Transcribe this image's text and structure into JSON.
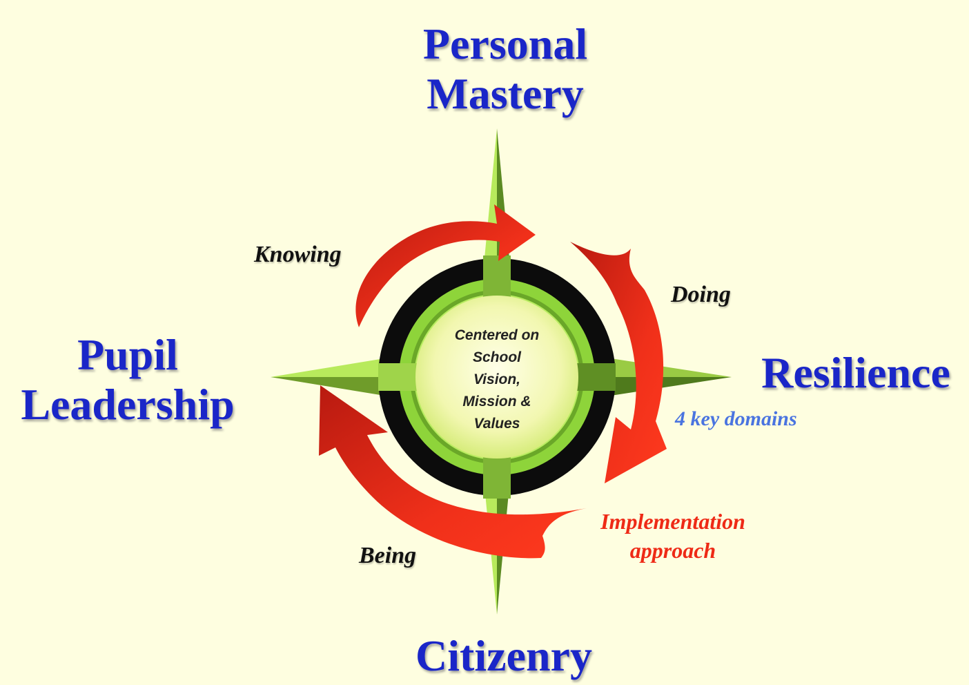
{
  "domains": {
    "top": [
      "Personal",
      "Mastery"
    ],
    "left": [
      "Pupil",
      "Leadership"
    ],
    "right": [
      "Resilience"
    ],
    "bottom": [
      "Citizenry"
    ]
  },
  "stages": {
    "knowing": "Knowing",
    "doing": "Doing",
    "being": "Being"
  },
  "key_domains_label": "4 key domains",
  "implementation_label": [
    "Implementation",
    "approach"
  ],
  "center": [
    "Centered on",
    "School",
    "Vision,",
    "Mission &",
    "Values"
  ],
  "colors": {
    "background": "#fefee0",
    "domain_text": "#1a26c8",
    "arrow_red": "#e8321c",
    "compass_green": "#8ed43a",
    "ring_black": "#0c0c0c",
    "key_domains_text": "#4a74e0",
    "implementation_text": "#ee2a16"
  }
}
